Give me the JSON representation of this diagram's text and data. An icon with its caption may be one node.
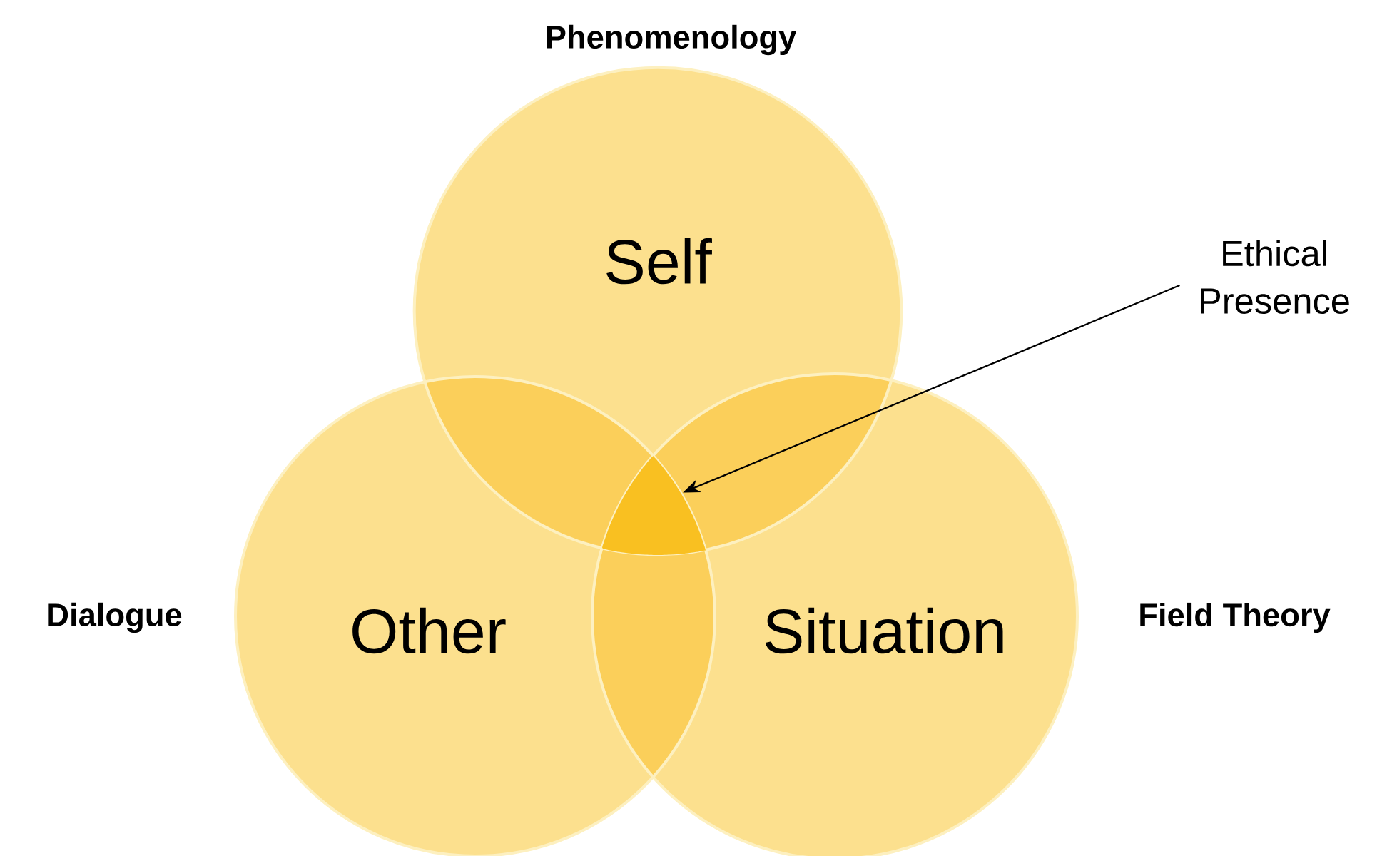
{
  "diagram": {
    "nodes": [
      {
        "text": [
          "Self"
        ],
        "beside": [
          "Phenomenology"
        ]
      },
      {
        "text": [
          "Other"
        ],
        "beside": [
          "Dialogue"
        ]
      },
      {
        "text": [
          "Situation"
        ],
        "beside": [
          "Field Theory"
        ]
      },
      {
        "text": [
          "Ethical Presence"
        ]
      },
      {
        "text": [],
        "shape": "triangle"
      }
    ],
    "edges": [
      {
        "from": 3,
        "to": 4,
        "arrow": "to"
      }
    ]
  }
}
